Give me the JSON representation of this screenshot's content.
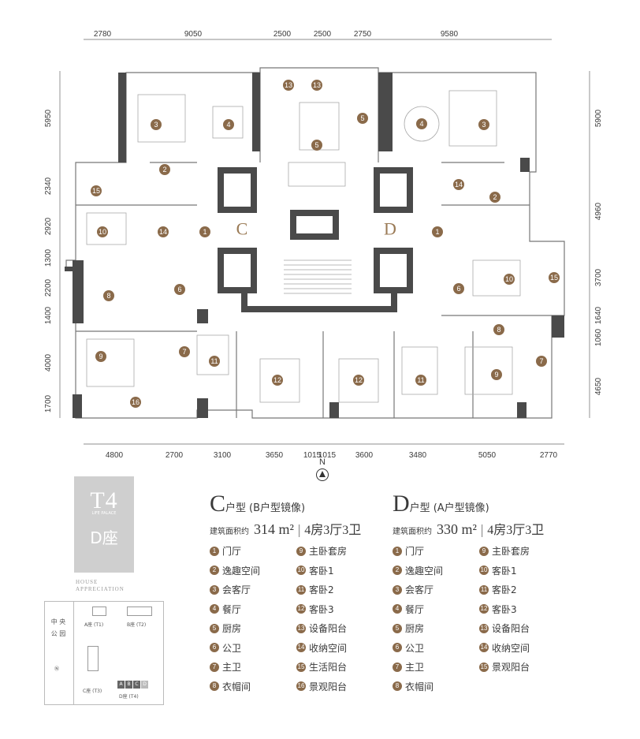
{
  "dimensions": {
    "top": [
      "2780",
      "9050",
      "2500",
      "2500",
      "2750",
      "9580"
    ],
    "bottom": [
      "4800",
      "2700",
      "3100",
      "3650",
      "1015",
      "1015",
      "3600",
      "3480",
      "5050",
      "2770"
    ],
    "left": [
      "5950",
      "2340",
      "2920",
      "1300",
      "2200",
      "1400",
      "4000",
      "1700"
    ],
    "right": [
      "5900",
      "4960",
      "3700",
      "1640",
      "1060",
      "4650"
    ]
  },
  "unit_letters": {
    "c": "C",
    "d": "D"
  },
  "plan_labels": [
    "1",
    "2",
    "3",
    "4",
    "5",
    "6",
    "7",
    "8",
    "9",
    "10",
    "11",
    "12",
    "13",
    "14",
    "15",
    "16"
  ],
  "north": "N",
  "logo": {
    "t4": "T4",
    "sub": "LIFE PALACE",
    "zuo": "D座"
  },
  "house_text": "HOUSE APPRECIATION",
  "keymap": {
    "park": "中 央 公 园",
    "a": "A座 (T1)",
    "b": "B座 (T2)",
    "c": "C座 (T3)",
    "d": "D座 (T4)",
    "boxes": [
      "A",
      "B",
      "C",
      "D"
    ]
  },
  "unit_c": {
    "letter": "C",
    "label": "户型",
    "mirror": "(B户型镜像)",
    "area_label": "建筑面积约",
    "area": "314 m²",
    "layout": "4房3厅3卫",
    "rooms": [
      {
        "n": "1",
        "name": "门厅"
      },
      {
        "n": "2",
        "name": "逸趣空间"
      },
      {
        "n": "3",
        "name": "会客厅"
      },
      {
        "n": "4",
        "name": "餐厅"
      },
      {
        "n": "5",
        "name": "厨房"
      },
      {
        "n": "6",
        "name": "公卫"
      },
      {
        "n": "7",
        "name": "主卫"
      },
      {
        "n": "8",
        "name": "衣帽间"
      },
      {
        "n": "9",
        "name": "主卧套房"
      },
      {
        "n": "10",
        "name": "客卧1"
      },
      {
        "n": "11",
        "name": "客卧2"
      },
      {
        "n": "12",
        "name": "客卧3"
      },
      {
        "n": "13",
        "name": "设备阳台"
      },
      {
        "n": "14",
        "name": "收纳空间"
      },
      {
        "n": "15",
        "name": "生活阳台"
      },
      {
        "n": "16",
        "name": "景观阳台"
      }
    ]
  },
  "unit_d": {
    "letter": "D",
    "label": "户型",
    "mirror": "(A户型镜像)",
    "area_label": "建筑面积约",
    "area": "330 m²",
    "layout": "4房3厅3卫",
    "rooms": [
      {
        "n": "1",
        "name": "门厅"
      },
      {
        "n": "2",
        "name": "逸趣空间"
      },
      {
        "n": "3",
        "name": "会客厅"
      },
      {
        "n": "4",
        "name": "餐厅"
      },
      {
        "n": "5",
        "name": "厨房"
      },
      {
        "n": "6",
        "name": "公卫"
      },
      {
        "n": "7",
        "name": "主卫"
      },
      {
        "n": "8",
        "name": "衣帽间"
      },
      {
        "n": "9",
        "name": "主卧套房"
      },
      {
        "n": "10",
        "name": "客卧1"
      },
      {
        "n": "11",
        "name": "客卧2"
      },
      {
        "n": "12",
        "name": "客卧3"
      },
      {
        "n": "13",
        "name": "设备阳台"
      },
      {
        "n": "14",
        "name": "收纳空间"
      },
      {
        "n": "15",
        "name": "景观阳台"
      }
    ]
  },
  "colors": {
    "accent": "#8a6a4a",
    "wall": "#4a4a4a",
    "gold": "#9a7a55"
  }
}
